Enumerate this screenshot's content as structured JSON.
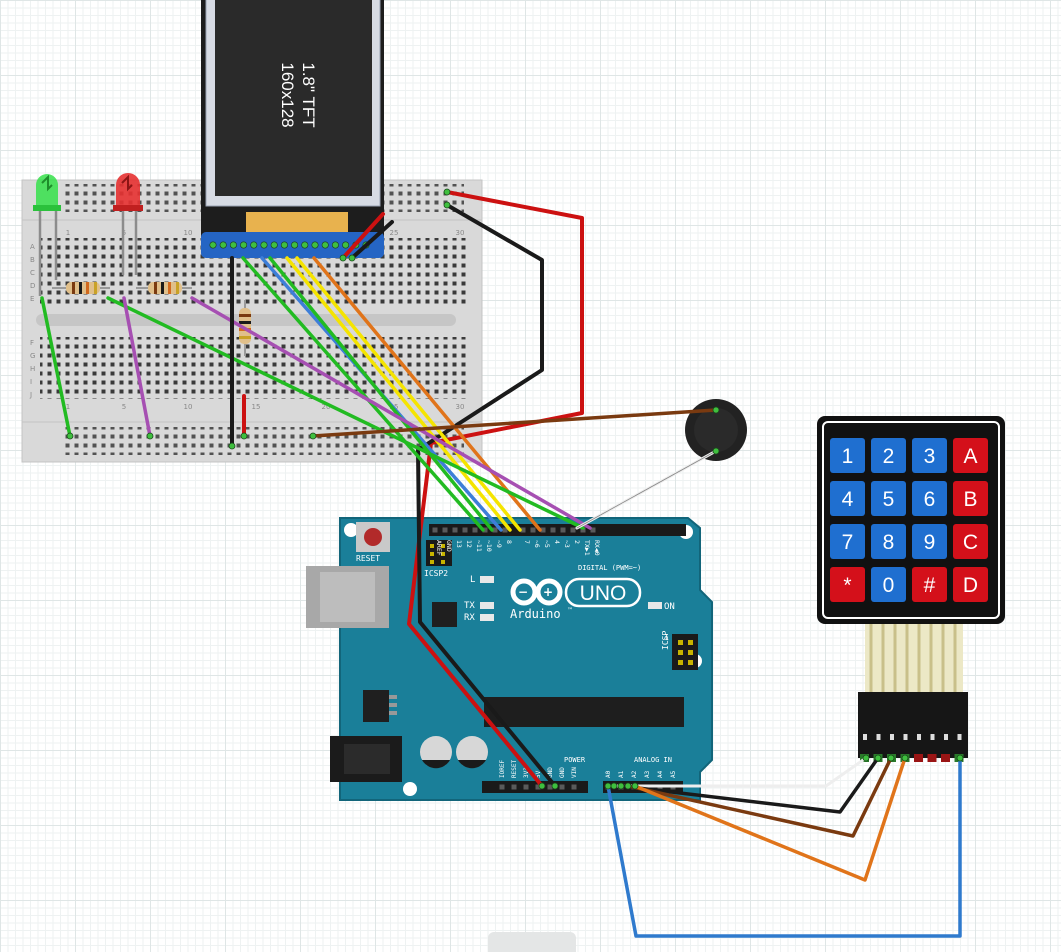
{
  "tft": {
    "size_label": "1.8\" TFT",
    "resolution_label": "160x128"
  },
  "breadboard": {
    "row_letters": [
      "A",
      "B",
      "C",
      "D",
      "E",
      "F",
      "G",
      "H",
      "I",
      "J"
    ],
    "column_numbers": [
      "1",
      "5",
      "10",
      "15",
      "20",
      "25",
      "30"
    ]
  },
  "arduino": {
    "reset_label": "RESET",
    "icsp2_label": "ICSP2",
    "icsp_label": "ICSP",
    "led_l_label": "L",
    "tx_label": "TX",
    "rx_label": "RX",
    "on_label": "ON",
    "brand": "Arduino",
    "model": "UNO",
    "trademark": "™",
    "digital_header_label": "DIGITAL (PWM=~)",
    "analog_header_label": "ANALOG IN",
    "power_header_label": "POWER",
    "icsp_pin_number": "1",
    "digital_pins": [
      "AREF",
      "GND",
      "13",
      "12",
      "~11",
      "~10",
      "~9",
      "8",
      "7",
      "~6",
      "~5",
      "4",
      "~3",
      "2",
      "TX▶1",
      "RX◀0"
    ],
    "power_pins": [
      "IOREF",
      "RESET",
      "3V3",
      "5V",
      "GND",
      "GND",
      "VIN"
    ],
    "analog_pins": [
      "A0",
      "A1",
      "A2",
      "A3",
      "A4",
      "A5"
    ]
  },
  "keypad": {
    "keys": [
      [
        "1",
        "2",
        "3",
        "A"
      ],
      [
        "4",
        "5",
        "6",
        "B"
      ],
      [
        "7",
        "8",
        "9",
        "C"
      ],
      [
        "*",
        "0",
        "#",
        "D"
      ]
    ],
    "colors": {
      "digit_key": "#1f6fd0",
      "letter_key": "#d4101a"
    }
  },
  "wire_colors": {
    "red": "#cc1111",
    "black": "#1a1a1a",
    "green": "#22bb22",
    "blue": "#3d7ed8",
    "yellow": "#f5e400",
    "orange": "#e0741a",
    "brown": "#7a3a10",
    "purple": "#a64fb2",
    "white": "#eeeeee",
    "keypad_blue": "#2f7acd"
  }
}
